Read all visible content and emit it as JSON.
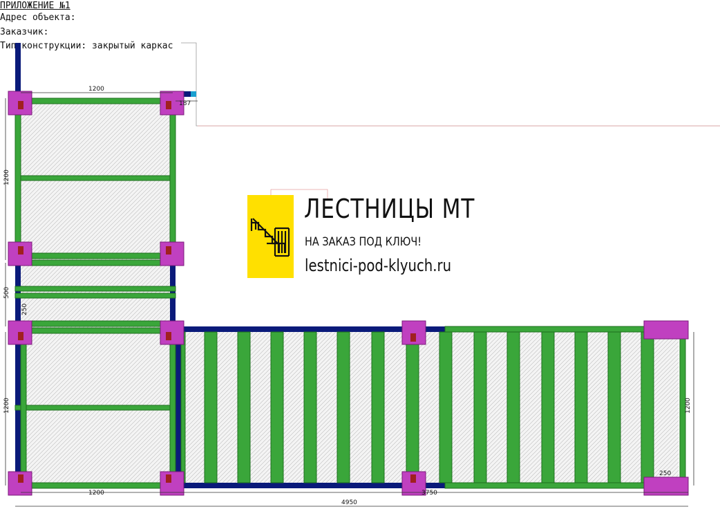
{
  "header": {
    "title": "ПРИЛОЖЕНИЕ №1",
    "address_label": "Адрес объекта:",
    "customer_label": "Заказчик:",
    "construction_type": "Тип конструкции: закрытый каркас"
  },
  "logo": {
    "brand": "ЛЕСТНИЦЫ МТ",
    "tagline": "НА ЗАКАЗ ПОД КЛЮЧ!",
    "url": "lestnici-pod-klyuch.ru",
    "icon": "stair-icon",
    "color": "#ffe000"
  },
  "dimensions": {
    "top_landing_width": "1200",
    "top_landing_height": "1200",
    "offset_right": "187",
    "gap_height": "500",
    "small_step": "250",
    "lower_landing_height": "1200",
    "bottom_left_width": "1200",
    "bottom_mid": "3750",
    "total_length": "4950",
    "right_landing_height": "1200",
    "right_small": "250"
  },
  "colors": {
    "frame_green": "#3aa63a",
    "frame_blue": "#0a1a7a",
    "support_purple": "#c040c0",
    "support_red": "#a02020"
  }
}
